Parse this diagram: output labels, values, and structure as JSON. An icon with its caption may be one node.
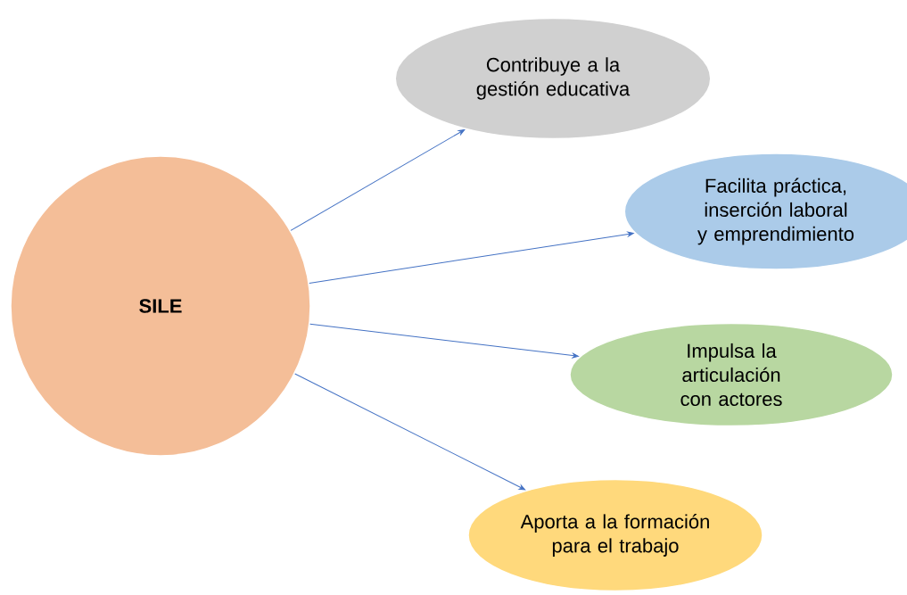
{
  "diagram": {
    "nodes": [
      {
        "text": [
          "SILE"
        ]
      },
      {
        "text": [
          "Contribuye a la gestión educativa"
        ]
      },
      {
        "text": [
          "Facilita práctica, inserción laboral y emprendimiento"
        ]
      },
      {
        "text": [
          "Impulsa la articulación con actores"
        ]
      },
      {
        "text": [
          "Aporta a la formación para el trabajo"
        ]
      }
    ],
    "edges": [
      {
        "from": 0,
        "to": 1,
        "arrow": "to"
      },
      {
        "from": 0,
        "to": 2,
        "arrow": "to"
      },
      {
        "from": 0,
        "to": 3,
        "arrow": "to"
      },
      {
        "from": 0,
        "to": 4,
        "arrow": "to"
      }
    ]
  }
}
